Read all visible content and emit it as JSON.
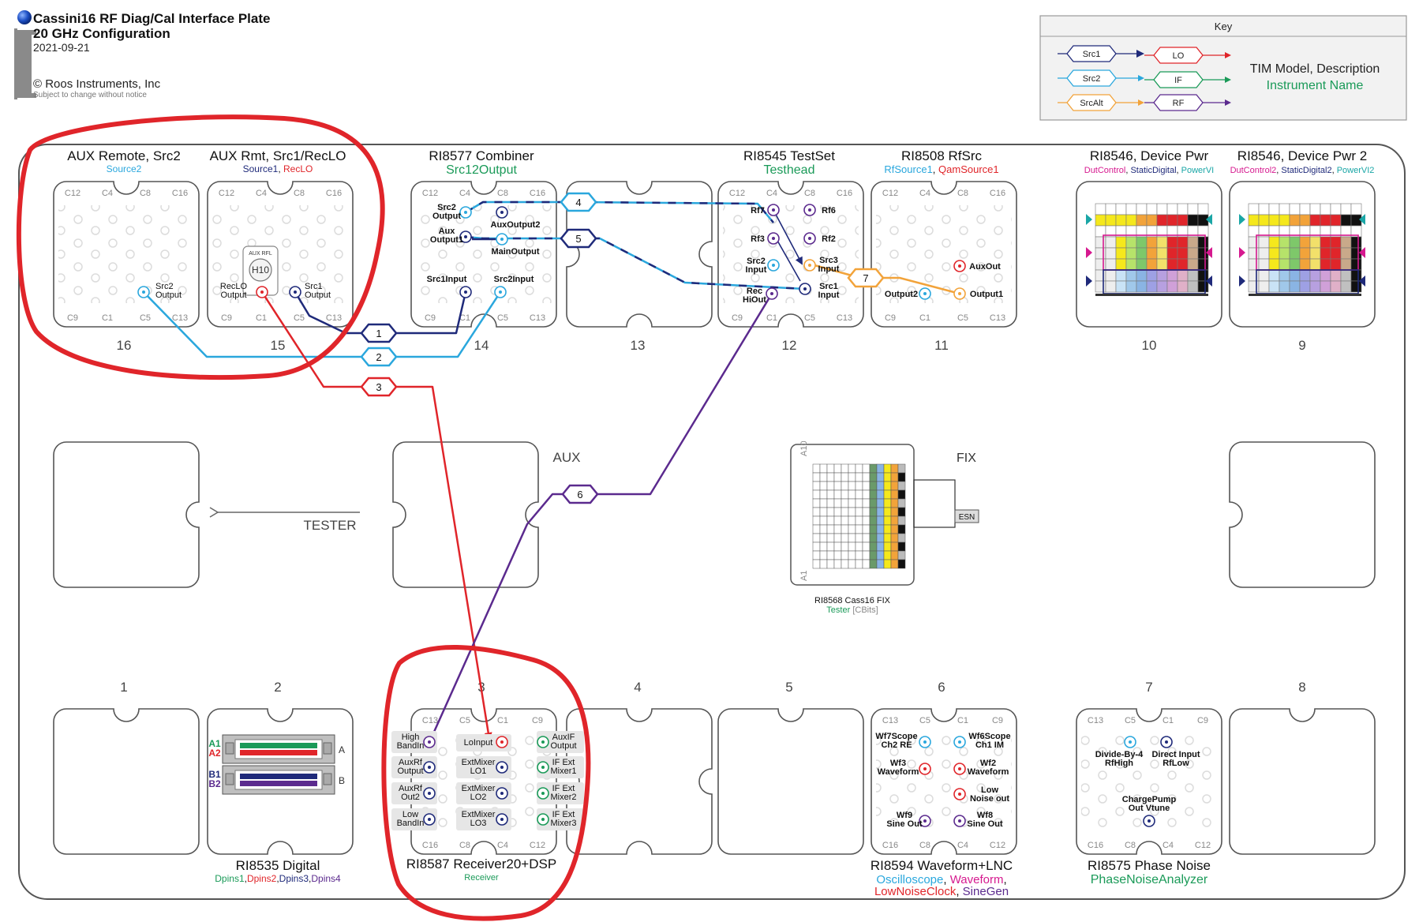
{
  "header": {
    "title_line1": "Cassini16 RF Diag/Cal Interface Plate",
    "title_line2": "20 GHz Configuration",
    "date": "2021-09-21",
    "copyright": "© Roos Instruments, Inc",
    "notice": "Subject to change without notice"
  },
  "key": {
    "title": "Key",
    "src1": "Src1",
    "src2": "Src2",
    "srcalt": "SrcAlt",
    "lo": "LO",
    "if": "IF",
    "rf": "RF",
    "model_desc": "TIM Model, Description",
    "instrument": "Instrument Name"
  },
  "colors": {
    "src1": "#1f2a7a",
    "src2": "#2aa7dd",
    "srcalt": "#f2a33a",
    "lo": "#e0252a",
    "if": "#1a9a58",
    "rf": "#5b2a8e",
    "annotation": "#e0252a"
  },
  "slots": {
    "s16": {
      "title": "AUX Remote, Src2",
      "sub": "Source2",
      "num": "16"
    },
    "s15": {
      "title": "AUX Rmt, Src1/RecLO",
      "sub_a": "Source1",
      "sub_sep": ", ",
      "sub_b": "RecLO",
      "num": "15"
    },
    "s14": {
      "title": "RI8577 Combiner",
      "sub": "Src12Output",
      "num": "14"
    },
    "s13": {
      "num": "13"
    },
    "s12": {
      "title": "RI8545 TestSet",
      "sub": "Testhead",
      "num": "12"
    },
    "s11": {
      "title": "RI8508 RfSrc",
      "sub_a": "RfSource1",
      "sub_sep": ", ",
      "sub_b": "QamSource1",
      "num": "11"
    },
    "s10": {
      "title": "RI8546, Device Pwr",
      "sub_a": "DutControl",
      "sub_b": "StaticDigital",
      "sub_c": "PowerVI",
      "num": "10"
    },
    "s9": {
      "title": "RI8546, Device Pwr 2",
      "sub_a": "DutControl2",
      "sub_b": "StaticDigital2",
      "sub_c": "PowerVI2",
      "num": "9"
    },
    "s1": {
      "num": "1"
    },
    "s2": {
      "title": "RI8535 Digital",
      "sub_a": "Dpins1",
      "sub_b": "Dpins2",
      "sub_c": "Dpins3",
      "sub_d": "Dpins4",
      "num": "2"
    },
    "s3": {
      "title": "RI8587 Receiver20+DSP",
      "sub": "Receiver",
      "num": "3"
    },
    "s4": {
      "num": "4"
    },
    "s5": {
      "num": "5"
    },
    "s6": {
      "title": "RI8594 Waveform+LNC",
      "sub_a": "Oscilloscope",
      "sub_b": "Waveform",
      "sub_c": "LowNoiseClock",
      "sub_d": "SineGen",
      "num": "6"
    },
    "s7": {
      "title": "RI8575 Phase Noise",
      "sub": "PhaseNoiseAnalyzer",
      "num": "7"
    },
    "s8": {
      "num": "8"
    }
  },
  "corners": {
    "c12": "C12",
    "c4": "C4",
    "c8": "C8",
    "c16": "C16",
    "c9": "C9",
    "c1": "C1",
    "c5": "C5",
    "c13": "C13"
  },
  "ports": {
    "p16_src2out": [
      "Src2",
      "Output"
    ],
    "p15_reclo": [
      "RecLO",
      "Output"
    ],
    "p15_src1": [
      "Src1",
      "Output"
    ],
    "h10_label": "AUX RFL",
    "h10": "H10",
    "p14_src2out": [
      "Src2",
      "Output"
    ],
    "p14_auxout1": [
      "Aux",
      "Output1"
    ],
    "p14_auxout2": "AuxOutput2",
    "p14_main": "MainOutput",
    "p14_src1in": "Src1Input",
    "p14_src2in": "Src2Input",
    "p12_rf7": "Rf7",
    "p12_rf6": "Rf6",
    "p12_rf3": "Rf3",
    "p12_rf2": "Rf2",
    "p12_src2in": [
      "Src2",
      "Input"
    ],
    "p12_src3in": [
      "Src3",
      "Input"
    ],
    "p12_rechi": [
      "Rec",
      "HiOut"
    ],
    "p12_src1in": [
      "Src1",
      "Input"
    ],
    "p11_auxout": "AuxOut",
    "p11_out2": "Output2",
    "p11_out1": "Output1",
    "p3_highband": [
      "High",
      "BandIn"
    ],
    "p3_loinput": "LoInput",
    "p3_auxifout": [
      "AuxIF",
      "Output"
    ],
    "p3_auxrfout": [
      "AuxRf",
      "Output"
    ],
    "p3_extlo1": [
      "ExtMixer",
      "LO1"
    ],
    "p3_ifext1": [
      "IF Ext",
      "Mixer1"
    ],
    "p3_auxrfout2": [
      "AuxRf",
      "Out2"
    ],
    "p3_extlo2": [
      "ExtMixer",
      "LO2"
    ],
    "p3_ifext2": [
      "IF Ext",
      "Mixer2"
    ],
    "p3_lowband": [
      "Low",
      "BandIn"
    ],
    "p3_extlo3": [
      "ExtMixer",
      "LO3"
    ],
    "p3_ifext3": [
      "IF Ext",
      "Mixer3"
    ],
    "p6_wf7": [
      "Wf7Scope",
      "Ch2 RE"
    ],
    "p6_wf6": [
      "Wf6Scope",
      "Ch1 IM"
    ],
    "p6_wf3": [
      "Wf3",
      "Waveform"
    ],
    "p6_wf2": [
      "Wf2",
      "Waveform"
    ],
    "p6_lownoise": [
      "Low",
      "Noise out"
    ],
    "p6_wf9": [
      "Wf9",
      "Sine Out"
    ],
    "p6_wf8": [
      "Wf8",
      "Sine Out"
    ],
    "p7_div4": [
      "Divide-By-4",
      "RfHigh"
    ],
    "p7_direct": [
      "Direct Input",
      "RfLow"
    ],
    "p7_chargepump": [
      "ChargePump",
      "Out Vtune"
    ]
  },
  "digital": {
    "a1": "A1",
    "a2": "A2",
    "b1": "B1",
    "b2": "B2",
    "a": "A",
    "b": "B"
  },
  "cables": {
    "c1": "1",
    "c2": "2",
    "c3": "3",
    "c4": "4",
    "c5": "5",
    "c6": "6",
    "c7": "7"
  },
  "fixture": {
    "fix": "FIX",
    "esn": "ESN",
    "title": "RI8568 Cass16 FIX",
    "sub": "Tester",
    "sub_b": "[CBits]",
    "a10": "A10",
    "a1": "A1"
  },
  "tester": "TESTER",
  "aux": "AUX"
}
